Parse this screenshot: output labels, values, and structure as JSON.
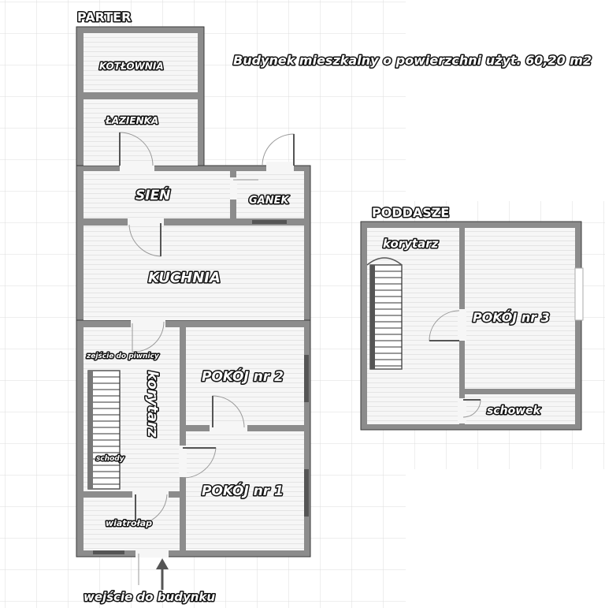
{
  "title": "Budynek mieszkalny o powierzchni użyt. 60,20 m2",
  "parter": {
    "heading": "PARTER",
    "rooms": {
      "kotlownia": "KOTŁOWNIA",
      "lazienka": "ŁAZIENKA",
      "sien": "SIEŃ",
      "ganek": "GANEK",
      "kuchnia": "KUCHNIA",
      "pokoj2": "POKÓJ nr 2",
      "pokoj1": "POKÓJ nr 1",
      "korytarz": "korytarz",
      "zejscie": "zejście do piwnicy",
      "schody": "schody",
      "wiatrolap": "wiatrołap"
    },
    "entrance": "wejście do budynku"
  },
  "poddasze": {
    "heading": "PODDASZE",
    "rooms": {
      "korytarz": "korytarz",
      "pokoj3": "POKÓJ nr 3",
      "schowek": "schowek"
    }
  },
  "colors": {
    "wall": "#8c8c8c",
    "wall_edge": "#3a3a3a",
    "floor": "#f4f4f4",
    "grid": "#dcdcdc",
    "window": "#555555"
  }
}
